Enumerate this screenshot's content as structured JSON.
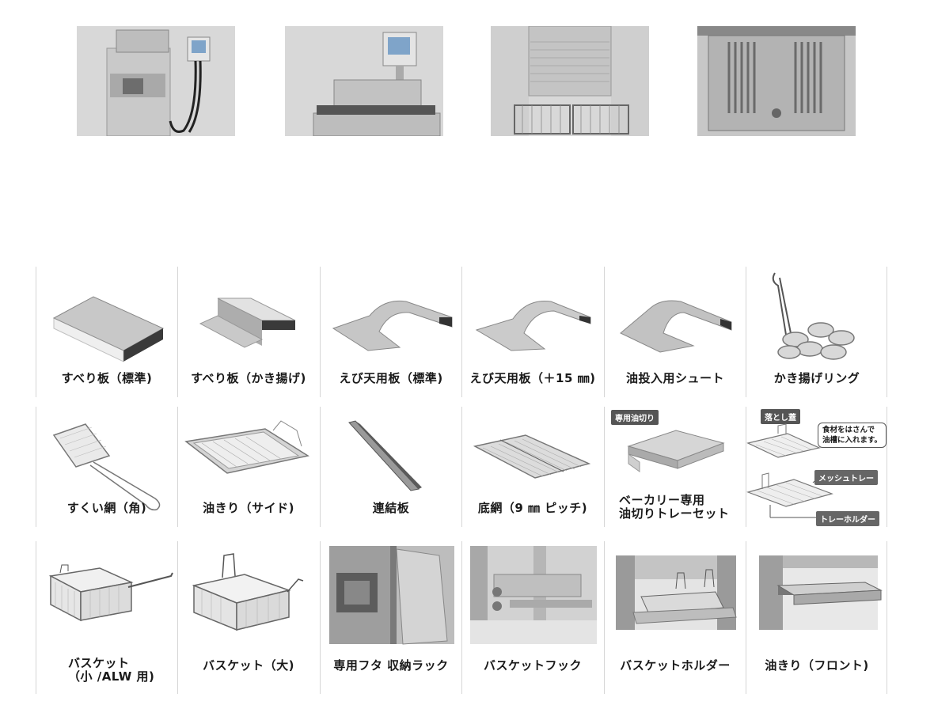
{
  "top_photos": [
    {
      "name": "fryer-with-control-panel-photo"
    },
    {
      "name": "fryer-raised-head-photo"
    },
    {
      "name": "fryer-baskets-photo"
    },
    {
      "name": "fryer-heating-coils-photo"
    }
  ],
  "accessories": {
    "row1": [
      {
        "label": "すべり板（標準)"
      },
      {
        "label": "すべり板（かき揚げ)"
      },
      {
        "label": "えび天用板（標準)"
      },
      {
        "label": "えび天用板（＋15 ㎜)"
      },
      {
        "label": "油投入用シュート"
      },
      {
        "label": "かき揚げリング"
      }
    ],
    "row2": [
      {
        "label": "すくい網（角)"
      },
      {
        "label": "油きり（サイド)"
      },
      {
        "label": "連結板"
      },
      {
        "label": "底網（9 ㎜ ピッチ)"
      },
      {
        "label_line1": "ベーカリー専用",
        "label_line2": "油切りトレーセット",
        "tag": "専用油切り"
      },
      {
        "tag_top": "落とし蓋",
        "bubble_line1": "食材をはさんで",
        "bubble_line2": "油槽に入れます。",
        "tag_mesh": "メッシュトレー",
        "tag_holder": "トレーホルダー"
      }
    ],
    "row3": [
      {
        "label_line1": "バスケット",
        "label_line2": "（小 /ALW 用)"
      },
      {
        "label": "バスケット（大)"
      },
      {
        "label": "専用フタ 収納ラック"
      },
      {
        "label": "バスケットフック"
      },
      {
        "label": "バスケットホルダー"
      },
      {
        "label": "油きり（フロント)"
      }
    ]
  },
  "colors": {
    "divider": "#d6d6d6",
    "photo_bg": "#d9d9d9",
    "steel": "#bfbfbf",
    "tag_bg": "#555555"
  }
}
